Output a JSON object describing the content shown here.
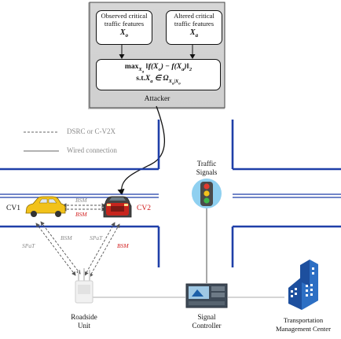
{
  "attacker": {
    "label": "Attacker",
    "observed_box": {
      "line1": "Observed critical",
      "line2": "traffic features",
      "symbol": "X",
      "subscript": "o"
    },
    "altered_box": {
      "line1": "Altered critical",
      "line2": "traffic features",
      "symbol": "X",
      "subscript": "a"
    },
    "objective": {
      "line1": {
        "max": "max",
        "var": "X",
        "var_sub": "a",
        "expr": "‖f(X",
        "s1": "o",
        "mid": ") − f(X",
        "s2": "a",
        "end": ")‖",
        "norm": "2"
      },
      "line2": {
        "st": "s.t.",
        "X": "X",
        "X_sub": "a",
        "in": " ∈ Ω",
        "omega_sub": "X",
        "omega_subsub": "a",
        "bar": "|X",
        "bar_sub": "o"
      }
    }
  },
  "legend": {
    "dsrc": "DSRC or C-V2X",
    "wired": "Wired connection"
  },
  "vehicles": {
    "cv1": "CV1",
    "cv2": "CV2"
  },
  "messages": {
    "bsm_top": "BSM",
    "bsm_bottom": "BSM",
    "bsm_left": "BSM",
    "spat_left": "SPaT",
    "spat_right": "SPaT",
    "bsm_right": "BSM"
  },
  "nodes": {
    "traffic_signals": [
      "Traffic",
      "Signals"
    ],
    "roadside_unit": [
      "Roadside",
      "Unit"
    ],
    "signal_controller": [
      "Signal",
      "Controller"
    ],
    "tmc": [
      "Transportation",
      "Management Center"
    ]
  },
  "colors": {
    "road": "#1f3fa8",
    "attack_red": "#d11a1a",
    "message_gray": "#8a8a8a",
    "attacker_panel": "#d4d4d4",
    "car_yellow": "#f2c21a",
    "building_blue": "#1d4f9e"
  }
}
